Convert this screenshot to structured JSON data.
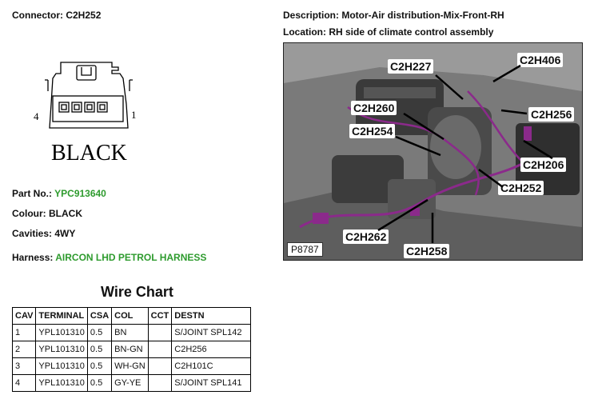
{
  "connector": {
    "label": "Connector:",
    "value": "C2H252"
  },
  "description": {
    "label": "Description:",
    "value": "Motor-Air distribution-Mix-Front-RH"
  },
  "location": {
    "label": "Location:",
    "value": "RH side of climate control assembly"
  },
  "diagram": {
    "pin_left": "4",
    "pin_right": "1",
    "colour_text": "BLACK"
  },
  "details": {
    "part_no_label": "Part No.:",
    "part_no": "YPC913640",
    "colour_label": "Colour:",
    "colour": "BLACK",
    "cavities_label": "Cavities:",
    "cavities": "4WY",
    "harness_label": "Harness:",
    "harness": "AIRCON LHD PETROL HARNESS"
  },
  "photo": {
    "ref": "P8787",
    "callouts": [
      "C2H227",
      "C2H406",
      "C2H260",
      "C2H256",
      "C2H254",
      "C2H206",
      "C2H252",
      "C2H262",
      "C2H258"
    ]
  },
  "wire_chart": {
    "title": "Wire Chart",
    "headers": [
      "CAV",
      "TERMINAL",
      "CSA",
      "COL",
      "CCT",
      "DESTN"
    ],
    "rows": [
      [
        "1",
        "YPL101310",
        "0.5",
        "BN",
        "",
        "S/JOINT SPL142"
      ],
      [
        "2",
        "YPL101310",
        "0.5",
        "BN-GN",
        "",
        "C2H256"
      ],
      [
        "3",
        "YPL101310",
        "0.5",
        "WH-GN",
        "",
        "C2H101C"
      ],
      [
        "4",
        "YPL101310",
        "0.5",
        "GY-YE",
        "",
        "S/JOINT SPL141"
      ]
    ]
  },
  "colors": {
    "accent_green": "#2e9b2e",
    "harness_purple": "#8b2a8b"
  }
}
